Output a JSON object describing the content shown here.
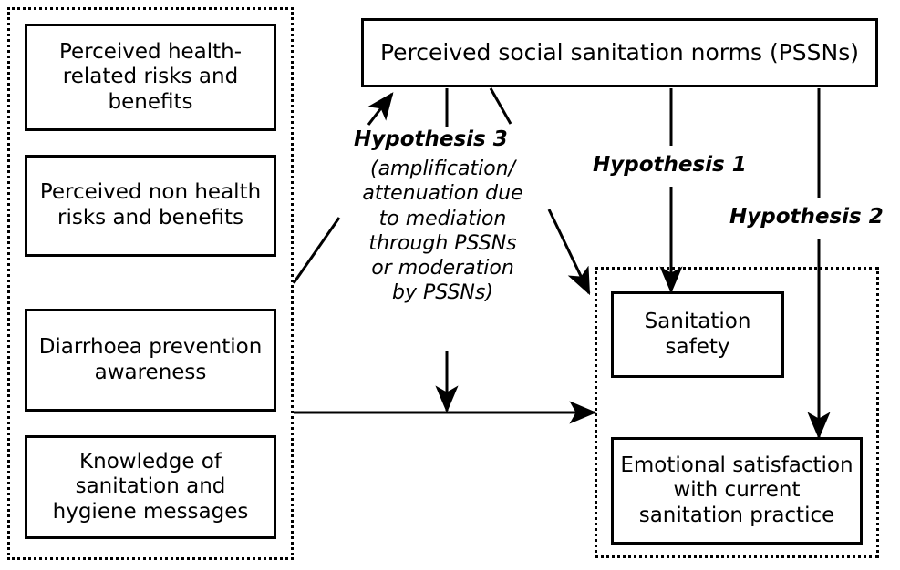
{
  "diagram": {
    "title": "Conceptual framework of perceived social sanitation norms",
    "groups": {
      "determinants": {
        "name": "determinants-group"
      },
      "outcomes": {
        "name": "outcomes-group"
      }
    },
    "boxes": {
      "health_risks": "Perceived health-related risks and benefits",
      "non_health_risks": "Perceived non health risks and benefits",
      "diarrhoea": "Diarrhoea prevention awareness",
      "knowledge": "Knowledge of sanitation and hygiene messages",
      "pssn": "Perceived social sanitation norms (PSSNs)",
      "sanitation_safety": "Sanitation safety",
      "emotional_satisfaction": "Emotional satisfaction with current sanitation practice"
    },
    "labels": {
      "hypothesis1": "Hypothesis 1",
      "hypothesis2": "Hypothesis 2",
      "hypothesis3": "Hypothesis 3",
      "hypothesis3_note": "(amplification/\nattenuation due\nto mediation\nthrough PSSNs\nor moderation\nby PSSNs)"
    },
    "colors": {
      "stroke": "#000000",
      "fill": "#ffffff",
      "text": "#000000"
    }
  }
}
